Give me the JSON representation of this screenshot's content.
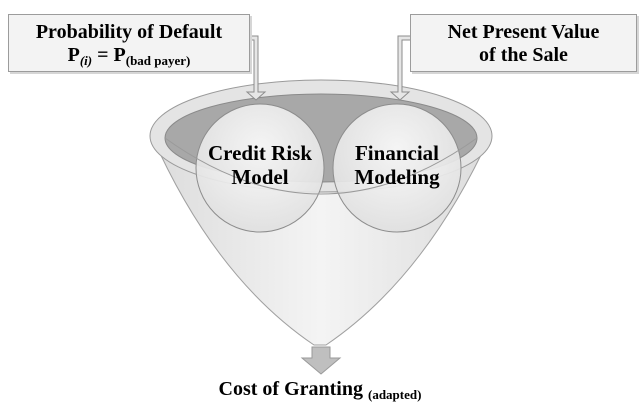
{
  "inputs": {
    "left": {
      "line1": "Probability of Default",
      "formula_p": "P",
      "formula_sub_i": "(i)",
      "formula_eq": " = P",
      "formula_sub_bad": "(bad payer)"
    },
    "right": {
      "line1": "Net Present Value",
      "line2": "of the Sale"
    }
  },
  "circles": {
    "left": {
      "line1": "Credit Risk",
      "line2": "Model"
    },
    "right": {
      "line1": "Financial",
      "line2": "Modeling"
    }
  },
  "output": {
    "label": "Cost of Granting ",
    "sub": "(adapted)"
  },
  "colors": {
    "funnel_body": "#e9e9e9",
    "funnel_rim": "#a9a9a9",
    "circle_fill": "#eeeeee",
    "box_fill": "#f3f3f3",
    "outline": "#8c8c8c",
    "arrow_fill": "#bfbfbf"
  }
}
